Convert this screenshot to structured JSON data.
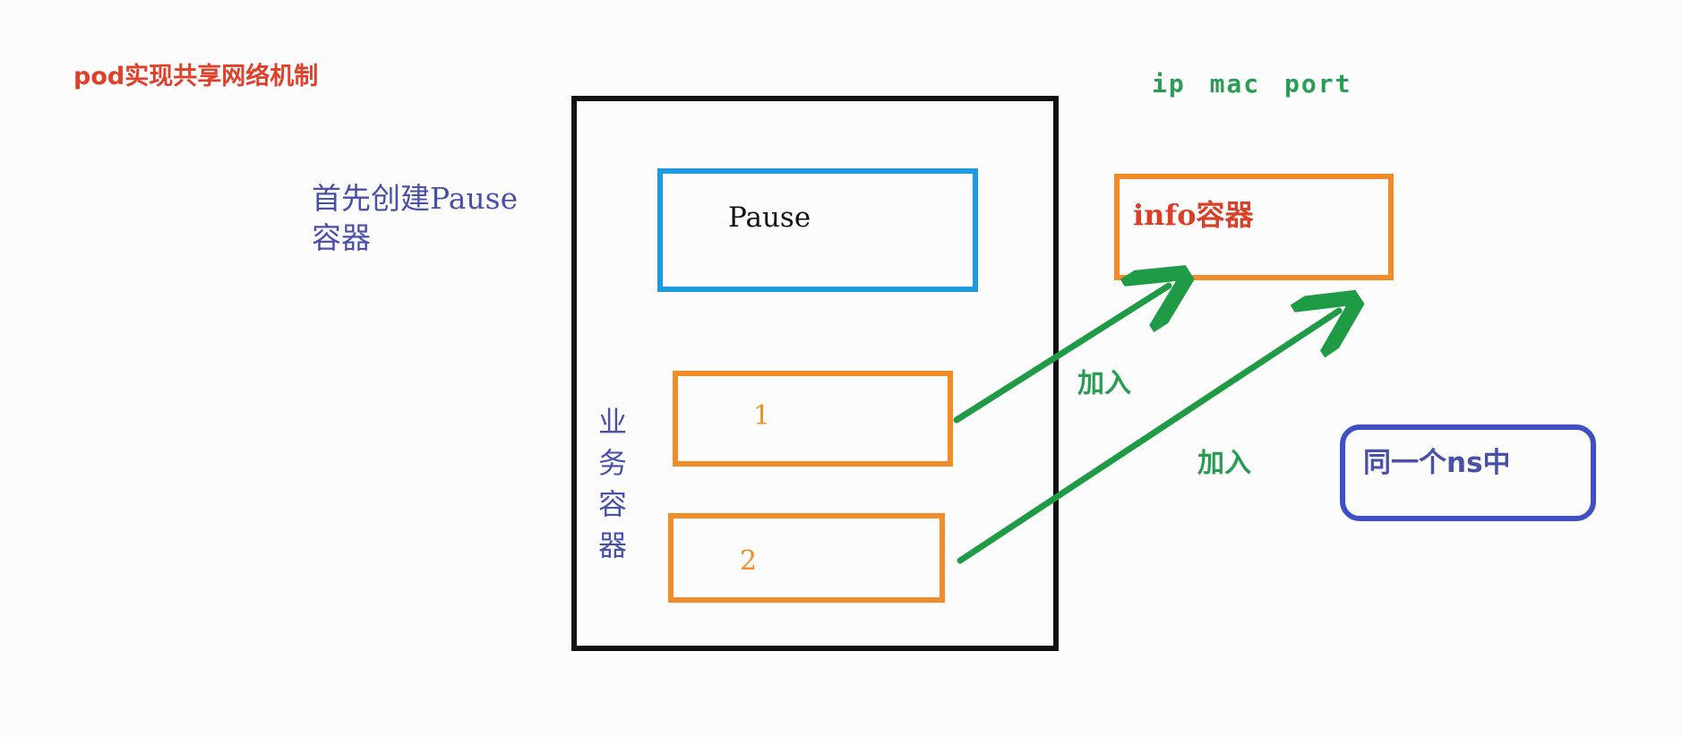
{
  "diagram": {
    "title": "pod实现共享网络机制",
    "network_attrs": "ip  mac port",
    "first_create_note": "首先创建Pause容器",
    "pause_container_label": "Pause",
    "business_containers_label": "业务容器",
    "container_1_label": "1",
    "container_2_label": "2",
    "info_container_label": "info容器",
    "join_label_1": "加入",
    "join_label_2": "加入",
    "namespace_note": "同一个ns中"
  },
  "colors": {
    "title": "#e0402a",
    "network_attrs": "#2a9d55",
    "note_text": "#4850a8",
    "pod_border": "#111111",
    "pause_border": "#1e9be0",
    "container_border": "#f28c28",
    "info_text": "#d8402a",
    "arrow": "#1f9a45",
    "ns_border": "#3f4fc4"
  }
}
